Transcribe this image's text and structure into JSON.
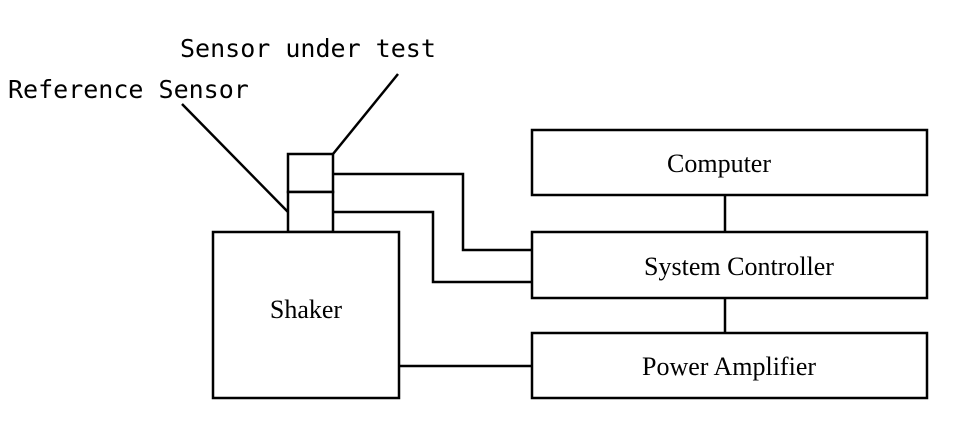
{
  "diagram": {
    "labels": {
      "sensor_under_test": "Sensor under test",
      "reference_sensor": "Reference Sensor"
    },
    "blocks": {
      "shaker": "Shaker",
      "computer": "Computer",
      "system_controller": "System Controller",
      "power_amplifier": "Power Amplifier"
    }
  }
}
